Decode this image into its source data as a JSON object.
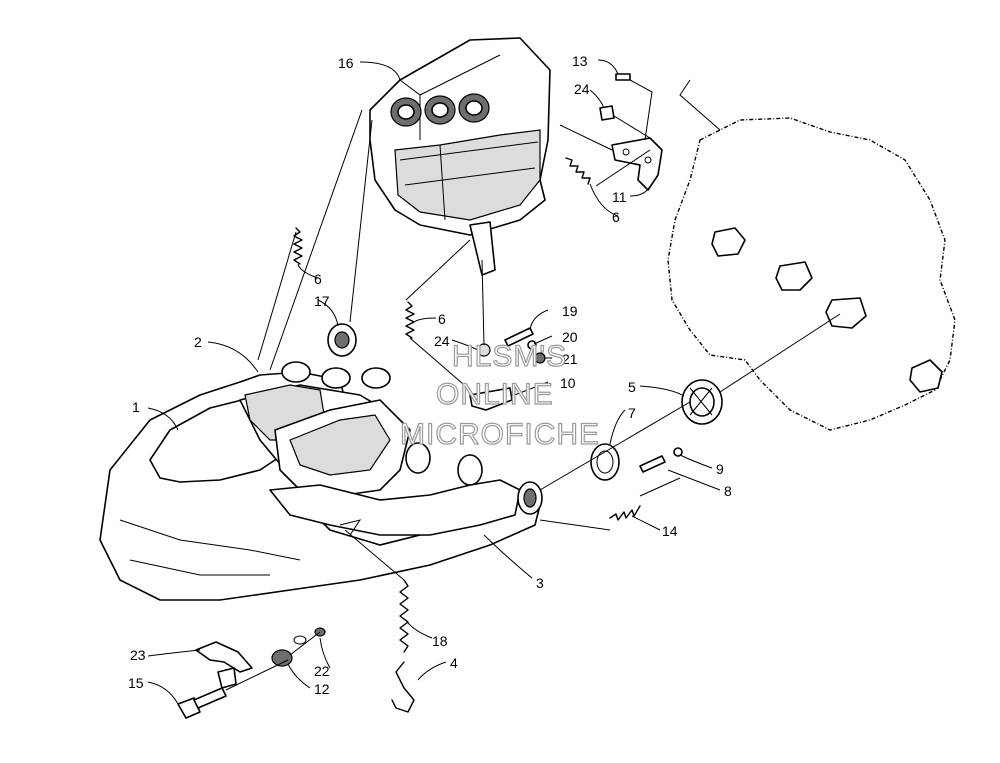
{
  "watermark": {
    "line1": "HLSM'S",
    "line2": "ONLINE",
    "line3": "MICROFICHE"
  },
  "callouts": {
    "c1": "1",
    "c2": "2",
    "c3": "3",
    "c4": "4",
    "c5": "5",
    "c6a": "6",
    "c6b": "6",
    "c6c": "6",
    "c7": "7",
    "c8": "8",
    "c9": "9",
    "c10": "10",
    "c11": "11",
    "c12": "12",
    "c13": "13",
    "c14": "14",
    "c15": "15",
    "c16": "16",
    "c17": "17",
    "c18": "18",
    "c19": "19",
    "c20": "20",
    "c21": "21",
    "c22": "22",
    "c23": "23",
    "c24a": "24",
    "c24b": "24"
  }
}
